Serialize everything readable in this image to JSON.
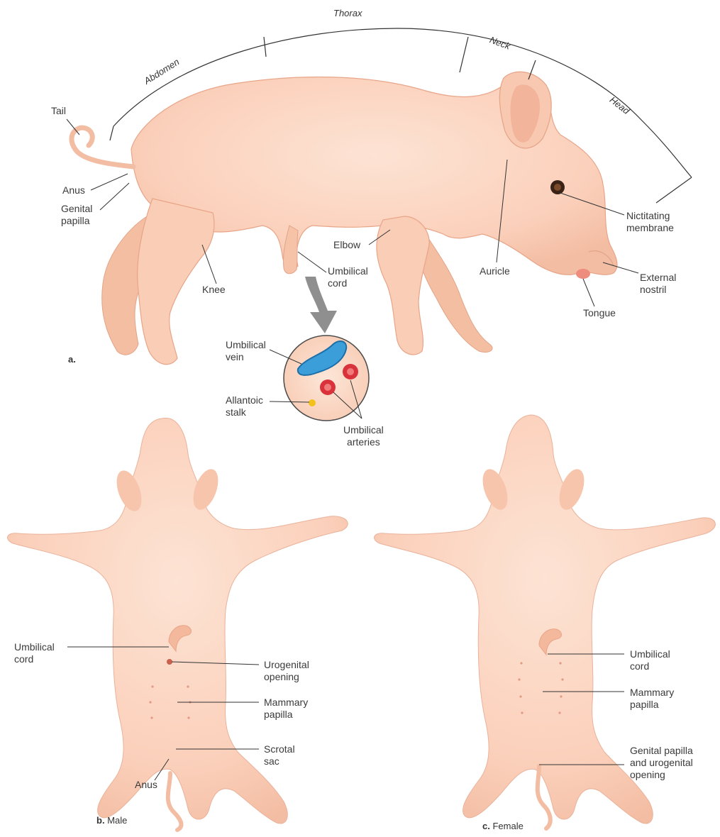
{
  "colors": {
    "skin": "#fbd3bf",
    "skin_shadow": "#f0b79c",
    "skin_dark": "#e8a588",
    "leader": "#333333",
    "vein": "#3c9ed8",
    "artery": "#d9323a",
    "allantoic": "#f2c21b",
    "arrow": "#8f8f8f"
  },
  "panel_a": {
    "letter": "a.",
    "regions": {
      "thorax": "Thorax",
      "abdomen": "Abdomen",
      "neck": "Neck",
      "head": "Head"
    },
    "labels": {
      "tail": "Tail",
      "anus": "Anus",
      "genital_papilla": [
        "Genital",
        "papilla"
      ],
      "knee": "Knee",
      "umbilical_cord": [
        "Umbilical",
        "cord"
      ],
      "elbow": "Elbow",
      "auricle": "Auricle",
      "nictitating_membrane": [
        "Nictitating",
        "membrane"
      ],
      "external_nostril": [
        "External",
        "nostril"
      ],
      "tongue": "Tongue"
    },
    "cross_section": {
      "umbilical_vein": [
        "Umbilical",
        "vein"
      ],
      "allantoic_stalk": [
        "Allantoic",
        "stalk"
      ],
      "umbilical_arteries": [
        "Umbilical",
        "arteries"
      ]
    }
  },
  "panel_b": {
    "letter": "b.",
    "title": "Male",
    "labels": {
      "umbilical_cord": [
        "Umbilical",
        "cord"
      ],
      "urogenital_opening": [
        "Urogenital",
        "opening"
      ],
      "mammary_papilla": [
        "Mammary",
        "papilla"
      ],
      "scrotal_sac": [
        "Scrotal",
        "sac"
      ],
      "anus": "Anus"
    }
  },
  "panel_c": {
    "letter": "c.",
    "title": "Female",
    "labels": {
      "umbilical_cord": [
        "Umbilical",
        "cord"
      ],
      "mammary_papilla": [
        "Mammary",
        "papilla"
      ],
      "genital_papilla": [
        "Genital papilla",
        "and urogenital",
        "opening"
      ]
    }
  }
}
